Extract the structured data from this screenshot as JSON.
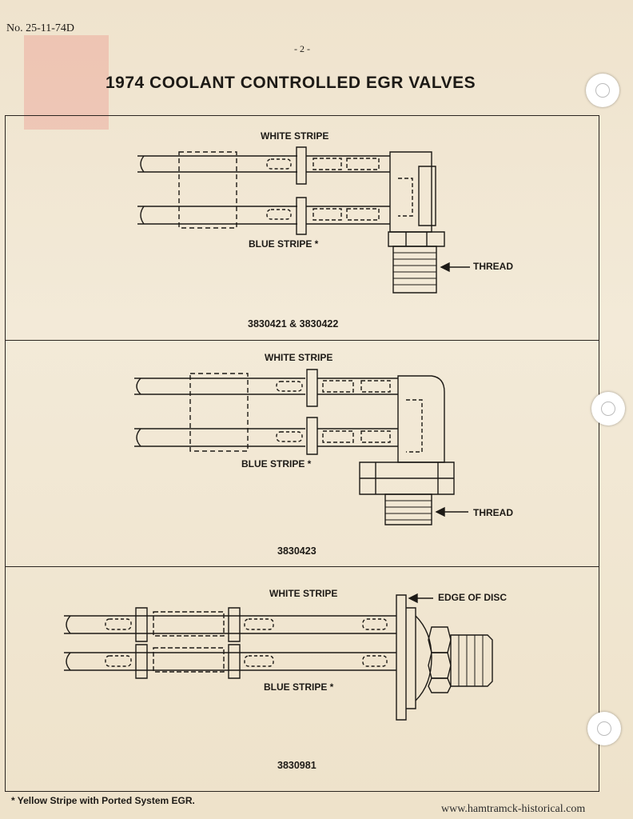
{
  "header": {
    "doc_number": "No. 25-11-74D",
    "page_number": "- 2 -",
    "title": "1974 COOLANT CONTROLLED EGR VALVES"
  },
  "sections": [
    {
      "white_label": "WHITE STRIPE",
      "blue_label": "BLUE STRIPE *",
      "thread_label": "THREAD",
      "part_number": "3830421 & 3830422"
    },
    {
      "white_label": "WHITE STRIPE",
      "blue_label": "BLUE STRIPE *",
      "thread_label": "THREAD",
      "part_number": "3830423"
    },
    {
      "white_label": "WHITE STRIPE",
      "blue_label": "BLUE STRIPE *",
      "edge_label": "EDGE OF DISC",
      "part_number": "3830981"
    }
  ],
  "footnote": "* Yellow Stripe with Ported System EGR.",
  "watermark": "www.hamtramck-historical.com"
}
